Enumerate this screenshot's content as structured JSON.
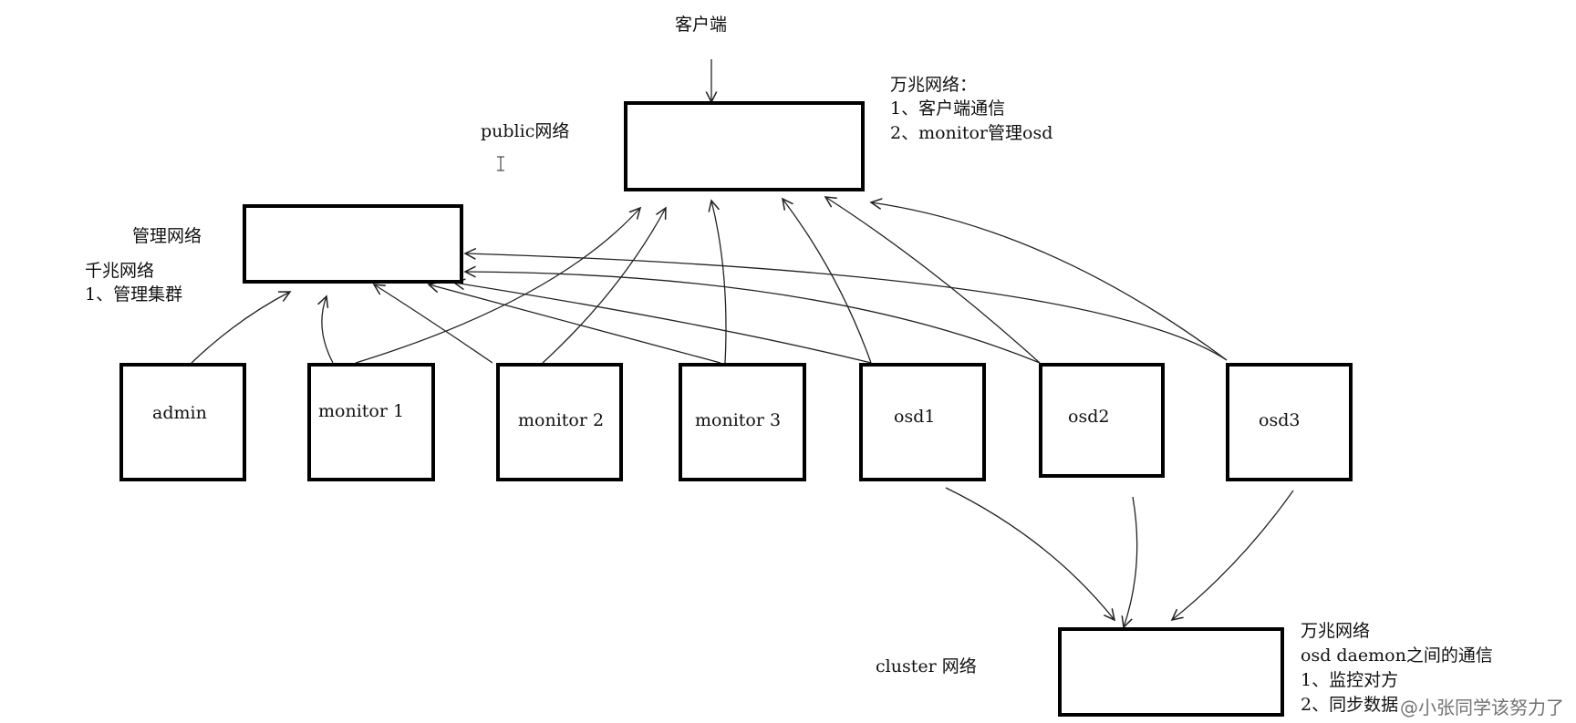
{
  "labels": {
    "client": "客户端",
    "public_network": "public网络",
    "management_network": "管理网络",
    "cluster_network": "cluster 网络"
  },
  "notes": {
    "public": [
      "万兆网络：",
      "1、客户端通信",
      "2、monitor管理osd"
    ],
    "management": [
      "千兆网络",
      "1、管理集群"
    ],
    "cluster": [
      "万兆网络",
      "osd daemon之间的通信",
      "1、监控对方",
      "2、同步数据"
    ]
  },
  "nodes": {
    "admin": "admin",
    "monitor1": "monitor 1",
    "monitor2": "monitor 2",
    "monitor3": "monitor 3",
    "osd1": "osd1",
    "osd2": "osd2",
    "osd3": "osd3"
  },
  "watermark": "@小张同学该努力了"
}
